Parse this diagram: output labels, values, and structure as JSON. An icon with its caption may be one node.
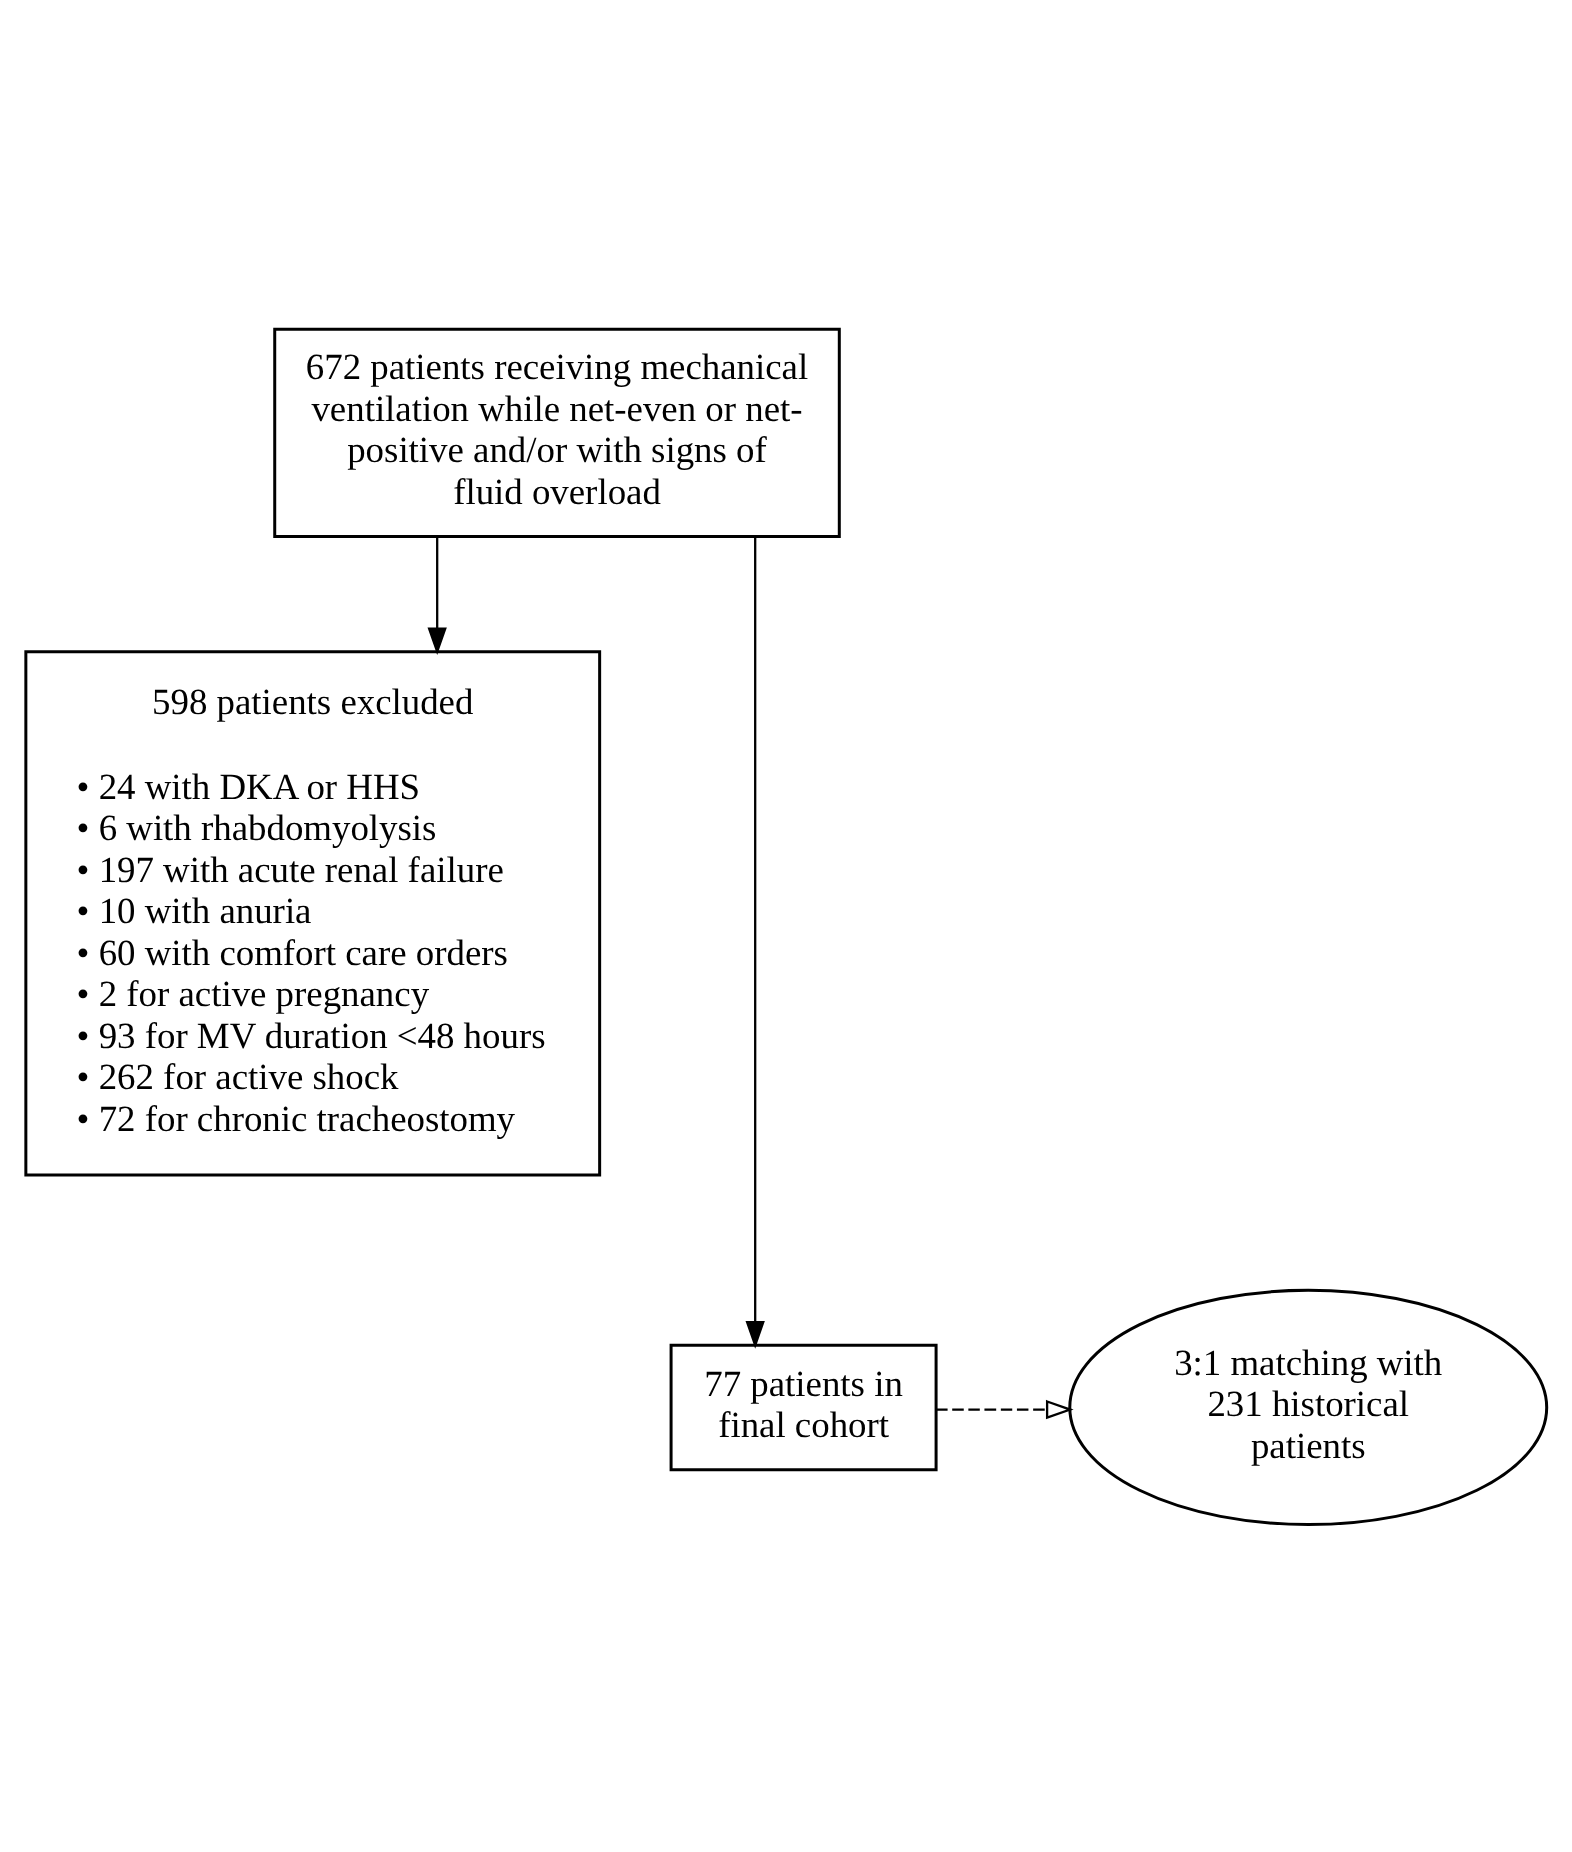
{
  "diagram": {
    "nodes": [
      {
        "text": [
          "672 patients receiving mechanical ventilation while net-even or net-positive and/or with signs of fluid overload"
        ]
      },
      {
        "text": [
          "598 patients excluded",
          "• 24 with DKA or HHS",
          "• 6 with rhabdomyolysis",
          "• 197 with acute renal failure",
          "• 10 with anuria",
          "• 60 with comfort care orders",
          "• 2 for active pregnancy",
          "• 93 for MV duration <48 hours",
          "• 262 for active shock",
          "• 72 for chronic tracheostomy"
        ]
      },
      {
        "text": [
          "77 patients in final cohort"
        ]
      },
      {
        "text": [
          "3:1 matching with 231 historical patients"
        ]
      }
    ],
    "edges": [
      {
        "from": 0,
        "to": 2,
        "arrow": "to"
      },
      {
        "from": 0,
        "to": 1,
        "arrow": "to"
      },
      {
        "from": 2,
        "to": 3,
        "arrow": "to",
        "style": "dashed"
      }
    ]
  }
}
